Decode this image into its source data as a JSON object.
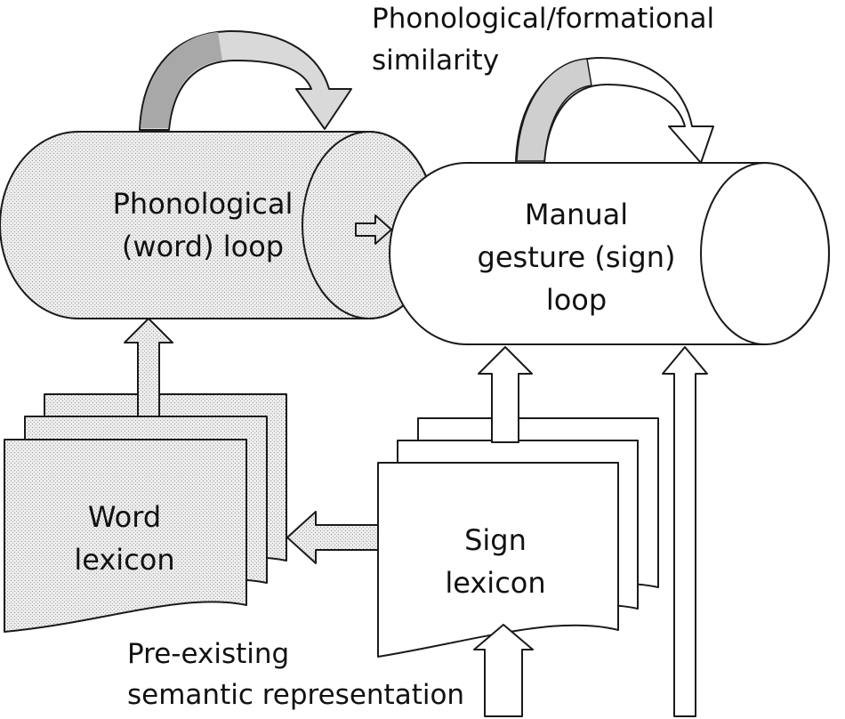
{
  "labels": {
    "similarity_line1": "Phonological/formational",
    "similarity_line2": "similarity",
    "phonological_loop_line1": "Phonological",
    "phonological_loop_line2": "(word) loop",
    "manual_loop_line1": "Manual",
    "manual_loop_line2": "gesture (sign)",
    "manual_loop_line3": "loop",
    "word_lexicon_line1": "Word",
    "word_lexicon_line2": "lexicon",
    "sign_lexicon_line1": "Sign",
    "sign_lexicon_line2": "lexicon",
    "semantic_line1": "Pre-existing",
    "semantic_line2": "semantic representation"
  },
  "colors": {
    "stipple_fill": "#e8e8e8",
    "arrow_shade": "#b9b9b9",
    "stroke": "#1a1a1a",
    "background": "#ffffff"
  }
}
